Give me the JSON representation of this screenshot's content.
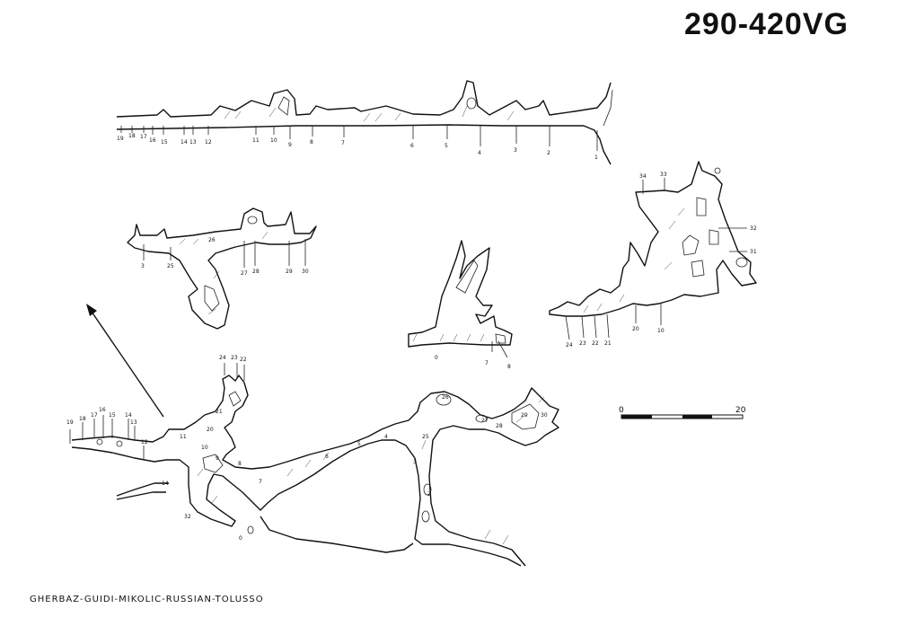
{
  "title": "290-420VG",
  "authors": "GHERBAZ-GUIDI-MIKOLIC-RUSSIAN-TOLUSSO",
  "scale_bar": {
    "start_label": "0",
    "end_label": "20"
  },
  "profile_top": {
    "stations": [
      "19",
      "18",
      "17",
      "16",
      "15",
      "14",
      "13",
      "12",
      "11",
      "10",
      "9",
      "8",
      "7",
      "6",
      "5",
      "4",
      "3",
      "2",
      "1"
    ]
  },
  "profile_mid_left": {
    "stations": [
      "3",
      "25",
      "26",
      "27",
      "28",
      "29",
      "30"
    ]
  },
  "profile_mid_center": {
    "stations": [
      "0",
      "7",
      "8"
    ]
  },
  "profile_right": {
    "stations": [
      "34",
      "33",
      "32",
      "31",
      "24",
      "23",
      "22",
      "21",
      "20",
      "10"
    ]
  },
  "plan_view": {
    "stations": [
      "19",
      "18",
      "17",
      "16",
      "15",
      "14",
      "13",
      "12",
      "11",
      "10",
      "9",
      "8",
      "7",
      "6",
      "5",
      "4",
      "3",
      "2",
      "25",
      "24",
      "23",
      "22",
      "21",
      "20",
      "26",
      "27",
      "28",
      "29",
      "30",
      "32",
      "14",
      "0"
    ]
  }
}
